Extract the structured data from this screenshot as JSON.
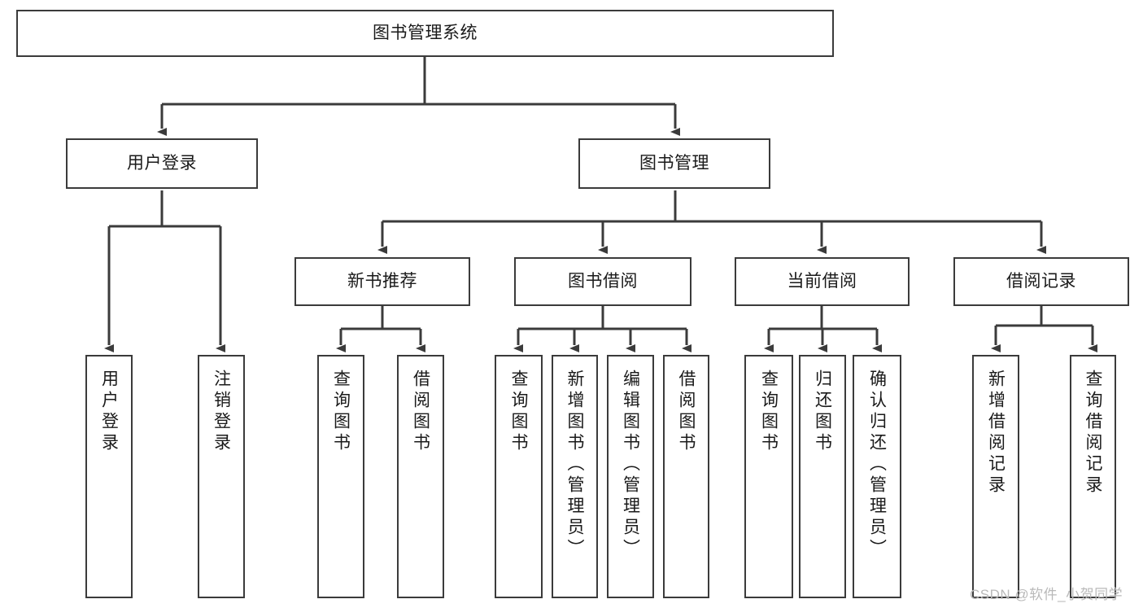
{
  "diagram": {
    "title": "图书管理系统",
    "type": "tree-hierarchy-diagram",
    "colors": {
      "box_border": "#3b3b3b",
      "box_fill": "#ffffff",
      "edge": "#3b3b3b",
      "text": "#1a1a1a",
      "watermark": "#b9b9b9",
      "background": "#ffffff"
    },
    "nodes": {
      "root": {
        "label": "图书管理系统"
      },
      "level2": [
        {
          "id": "user-login",
          "label": "用户登录"
        },
        {
          "id": "book-management",
          "label": "图书管理"
        }
      ],
      "level3": [
        {
          "id": "new-book-recommend",
          "label": "新书推荐"
        },
        {
          "id": "book-borrow",
          "label": "图书借阅"
        },
        {
          "id": "current-borrow",
          "label": "当前借阅"
        },
        {
          "id": "borrow-record",
          "label": "借阅记录"
        }
      ],
      "leaves": {
        "user-login": [
          {
            "id": "leaf-user-login",
            "label": "用户登录"
          },
          {
            "id": "leaf-logout-login",
            "label": "注销登录"
          }
        ],
        "new-book-recommend": [
          {
            "id": "leaf-query-book-1",
            "label": "查询图书"
          },
          {
            "id": "leaf-borrow-book-1",
            "label": "借阅图书"
          }
        ],
        "book-borrow": [
          {
            "id": "leaf-query-book-2",
            "label": "查询图书"
          },
          {
            "id": "leaf-add-book",
            "label": "新增图书（管理员）"
          },
          {
            "id": "leaf-edit-book",
            "label": "编辑图书（管理员）"
          },
          {
            "id": "leaf-borrow-book-2",
            "label": "借阅图书"
          }
        ],
        "current-borrow": [
          {
            "id": "leaf-query-book-3",
            "label": "查询图书"
          },
          {
            "id": "leaf-return-book",
            "label": "归还图书"
          },
          {
            "id": "leaf-confirm-return",
            "label": "确认归还（管理员）"
          }
        ],
        "borrow-record": [
          {
            "id": "leaf-add-borrow-record",
            "label": "新增借阅记录"
          },
          {
            "id": "leaf-query-borrow-record",
            "label": "查询借阅记录"
          }
        ]
      }
    },
    "watermark": "CSDN @软件_小贺同学"
  }
}
